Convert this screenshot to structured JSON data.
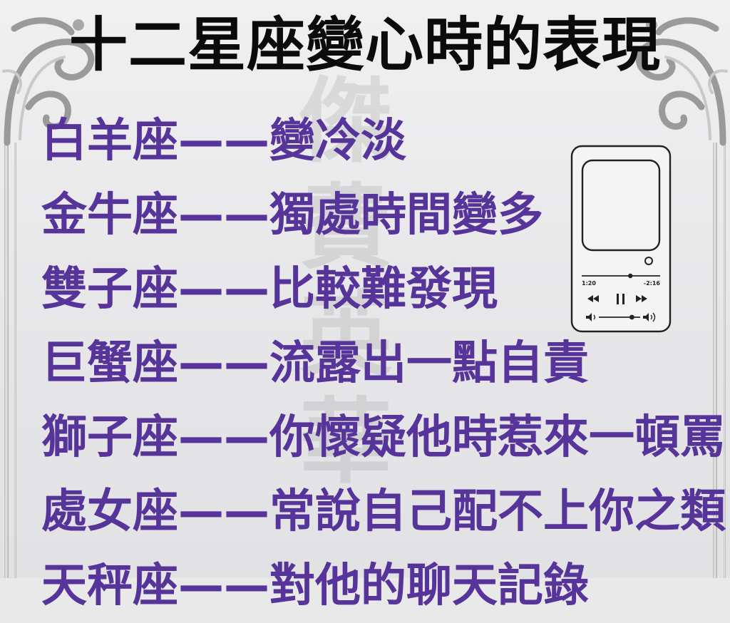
{
  "title": "十二星座變心時的表現",
  "watermark": [
    "傑",
    "費",
    "英",
    "華"
  ],
  "entries": [
    {
      "sign": "白羊座",
      "dash": "——",
      "text": "變冷淡"
    },
    {
      "sign": "金牛座",
      "dash": "——",
      "text": "獨處時間變多"
    },
    {
      "sign": "雙子座",
      "dash": "——",
      "text": "比較難發現"
    },
    {
      "sign": "巨蟹座",
      "dash": "——",
      "text": "流露出一點自責"
    },
    {
      "sign": "獅子座",
      "dash": "——",
      "text": "你懷疑他時惹來一頓罵"
    },
    {
      "sign": "處女座",
      "dash": "——",
      "text": "常說自己配不上你之類"
    },
    {
      "sign": "天秤座",
      "dash": "——",
      "text": "對他的聊天記錄"
    }
  ],
  "player": {
    "elapsed": "1:20",
    "remaining": "-2:16",
    "progress": 0.62,
    "volume": 0.8
  },
  "colors": {
    "title": "#0b0b0b",
    "entry": "#56349a",
    "background": "#e9e9ea"
  }
}
